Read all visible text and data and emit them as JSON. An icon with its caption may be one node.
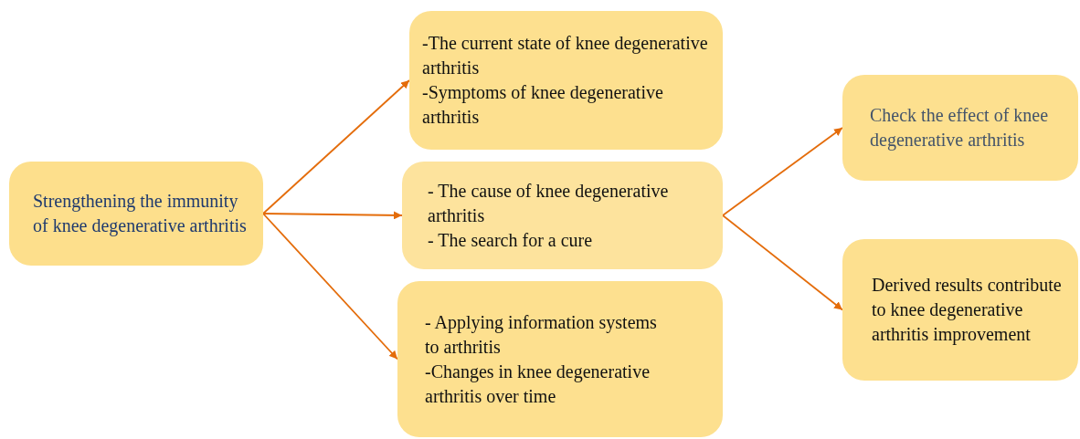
{
  "diagram": {
    "nodes": [
      {
        "text": [
          "Strengthening the immunity of knee degenerative arthritis"
        ]
      },
      {
        "text": [
          "-The current state of knee degenerative arthritis",
          "-Symptoms of knee degenerative arthritis"
        ]
      },
      {
        "text": [
          "- The cause of knee degenerative arthritis",
          "- The search for a cure"
        ]
      },
      {
        "text": [
          "- Applying information systems to arthritis",
          "-Changes in knee degenerative arthritis over time"
        ]
      },
      {
        "text": [
          "Check the effect of knee degenerative arthritis"
        ]
      },
      {
        "text": [
          "Derived results contribute to knee degenerative arthritis improvement"
        ]
      }
    ],
    "edges": [
      {
        "from": 0,
        "to": 1,
        "arrow": "to"
      },
      {
        "from": 0,
        "to": 2,
        "arrow": "to"
      },
      {
        "from": 0,
        "to": 3,
        "arrow": "to"
      },
      {
        "from": 2,
        "to": 4,
        "arrow": "to"
      },
      {
        "from": 2,
        "to": 5,
        "arrow": "to"
      }
    ]
  }
}
